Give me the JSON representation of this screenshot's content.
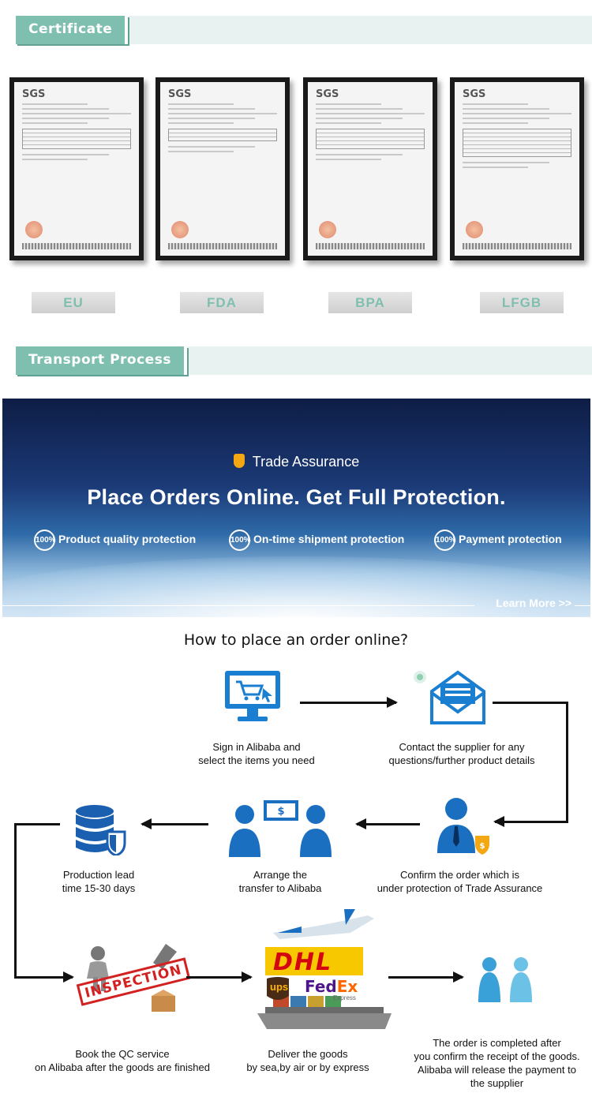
{
  "sections": {
    "certificate": "Certificate",
    "transport": "Transport Process"
  },
  "certificates": [
    {
      "mark": "SGS",
      "label": "EU"
    },
    {
      "mark": "SGS",
      "label": "FDA"
    },
    {
      "mark": "SGS",
      "label": "BPA"
    },
    {
      "mark": "SGS",
      "label": "LFGB"
    }
  ],
  "banner": {
    "badge_text": "Trade Assurance",
    "headline": "Place Orders Online. Get Full Protection.",
    "pct": "100%",
    "protections": [
      "Product quality protection",
      "On-time shipment protection",
      "Payment protection"
    ],
    "learn_more": "Learn More >>"
  },
  "process": {
    "title": "How to place an order online?",
    "logos": {
      "dhl": "DHL",
      "ups": "ups",
      "fedex_a": "Fed",
      "fedex_b": "Ex",
      "express": "Express"
    },
    "stamp": "INSPECTION",
    "steps": [
      {
        "line1": "Sign in Alibaba and",
        "line2": "select the items you need"
      },
      {
        "line1": "Contact the supplier for any",
        "line2": "questions/further product details"
      },
      {
        "line1": "Confirm the order which is",
        "line2": "under protection of Trade Assurance"
      },
      {
        "line1": "Arrange the",
        "line2": "transfer to Alibaba"
      },
      {
        "line1": "Production lead",
        "line2": "time 15-30 days"
      },
      {
        "line1": "Book the QC service",
        "line2": "on Alibaba after the goods are finished"
      },
      {
        "line1": "Deliver the goods",
        "line2": "by sea,by air or by express"
      },
      {
        "line1": "The order is completed after",
        "line2": "you confirm the receipt of the goods.",
        "line3": "Alibaba will release the payment to",
        "line4": "the supplier"
      }
    ]
  }
}
